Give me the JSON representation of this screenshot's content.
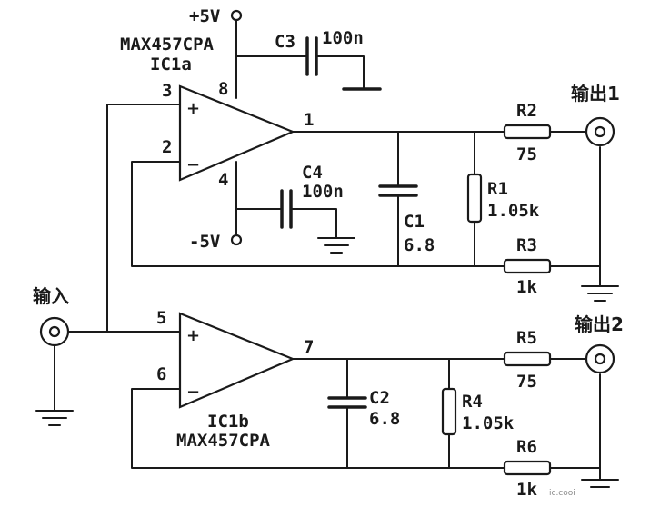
{
  "supply": {
    "positive": "+5V",
    "negative": "-5V"
  },
  "ic1a": {
    "part": "MAX457CPA",
    "name": "IC1a",
    "pin_in_plus": "3",
    "pin_in_minus": "2",
    "pin_out": "1",
    "pin_vcc": "8",
    "pin_vee": "4"
  },
  "ic1b": {
    "part": "MAX457CPA",
    "name": "IC1b",
    "pin_in_plus": "5",
    "pin_in_minus": "6",
    "pin_out": "7"
  },
  "c3": {
    "name": "C3",
    "value": "100n"
  },
  "c4": {
    "name": "C4",
    "value": "100n"
  },
  "c1": {
    "name": "C1",
    "value": "6.8"
  },
  "c2": {
    "name": "C2",
    "value": "6.8"
  },
  "r1": {
    "name": "R1",
    "value": "1.05k"
  },
  "r2": {
    "name": "R2",
    "value": "75"
  },
  "r3": {
    "name": "R3",
    "value": "1k"
  },
  "r4": {
    "name": "R4",
    "value": "1.05k"
  },
  "r5": {
    "name": "R5",
    "value": "75"
  },
  "r6": {
    "name": "R6",
    "value": "1k"
  },
  "input_label": "输入",
  "output1_label": "输出1",
  "output2_label": "输出2",
  "opamp_plus": "+",
  "opamp_minus": "−",
  "watermark": "ic.cooi"
}
